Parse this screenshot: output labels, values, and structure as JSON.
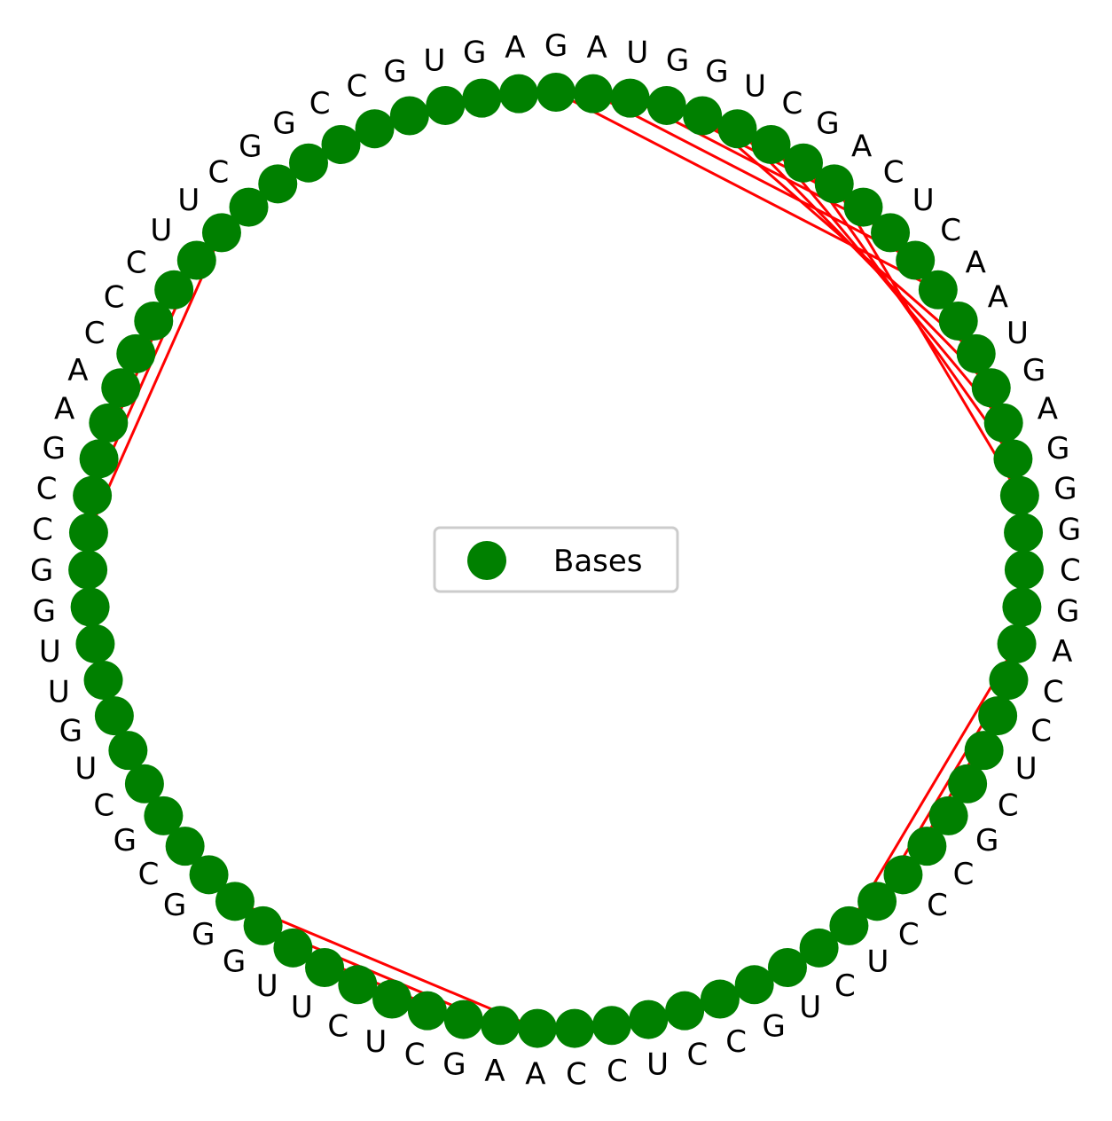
{
  "chart_data": {
    "type": "circular-rna-arc-diagram",
    "sequence": [
      "G",
      "A",
      "U",
      "G",
      "G",
      "U",
      "C",
      "G",
      "A",
      "C",
      "U",
      "C",
      "A",
      "A",
      "U",
      "G",
      "A",
      "G",
      "G",
      "G",
      "C",
      "G",
      "A",
      "C",
      "C",
      "U",
      "C",
      "G",
      "C",
      "C",
      "C",
      "U",
      "C",
      "U",
      "G",
      "C",
      "C",
      "U",
      "C",
      "C",
      "A",
      "A",
      "G",
      "C",
      "U",
      "C",
      "U",
      "U",
      "G",
      "G",
      "G",
      "C",
      "G",
      "C",
      "U",
      "G",
      "U",
      "U",
      "G",
      "G",
      "C",
      "C",
      "G",
      "A",
      "A",
      "C",
      "C",
      "C",
      "U",
      "U",
      "C",
      "G",
      "G",
      "C",
      "C",
      "G",
      "U",
      "G",
      "A"
    ],
    "pairs": [
      [
        0,
        12
      ],
      [
        1,
        11
      ],
      [
        2,
        10
      ],
      [
        3,
        9
      ],
      [
        4,
        14
      ],
      [
        5,
        15
      ],
      [
        6,
        16
      ],
      [
        7,
        17
      ],
      [
        8,
        18
      ],
      [
        22,
        31
      ],
      [
        23,
        30
      ],
      [
        24,
        29
      ],
      [
        25,
        28
      ],
      [
        26,
        27
      ],
      [
        40,
        49
      ],
      [
        41,
        48
      ],
      [
        42,
        47
      ],
      [
        43,
        46
      ],
      [
        44,
        45
      ],
      [
        60,
        69
      ],
      [
        61,
        68
      ],
      [
        62,
        67
      ],
      [
        63,
        66
      ],
      [
        64,
        65
      ]
    ],
    "legend": {
      "entries": [
        "Bases"
      ],
      "placement": "center"
    },
    "colors": {
      "base_marker": "#008000",
      "pair_line": "#ff0000",
      "label": "#000000"
    }
  }
}
